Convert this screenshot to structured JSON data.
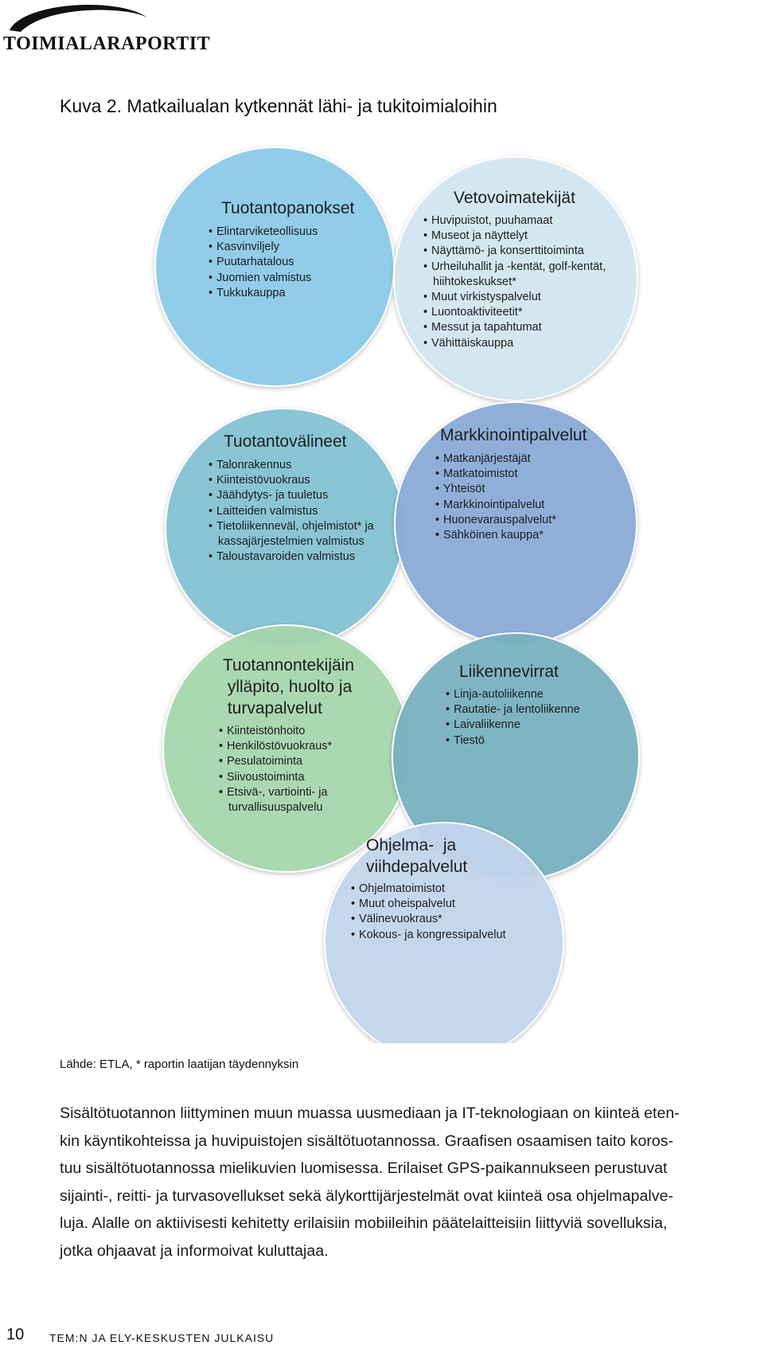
{
  "header": {
    "logo_text": "TOIMIALARAPORTIT"
  },
  "figure": {
    "title": "Kuva 2. Matkailualan kytkennät lähi- ja tukitoimialoihin",
    "circles": [
      {
        "title_lines": [
          "Tuotantopanokset"
        ],
        "items": [
          "Elintarviketeollisuus",
          "Kasvinviljely",
          "Puutarhatalous",
          "Juomien valmistus",
          "Tukkukauppa"
        ],
        "color": "#8ccbea"
      },
      {
        "title_lines": [
          "Vetovoimatekijät"
        ],
        "items": [
          "Huvipuistot, puuhamaat",
          "Museot ja näyttelyt",
          "Näyttämö- ja konserttitoiminta",
          "Urheiluhallit ja -kentät, golf-kentät,",
          " hiihtokeskukset*",
          "Muut virkistyspalvelut",
          "Luontoaktiviteetit*",
          "Messut ja tapahtumat",
          "Vähittäiskauppa"
        ],
        "color": "#d3e7f2"
      },
      {
        "title_lines": [
          "Tuotantovälineet"
        ],
        "items": [
          "Talonrakennus",
          "Kiinteistövuokraus",
          "Jäähdytys- ja tuuletus",
          "Laitteiden valmistus",
          "Tietoliikenneväl, ohjelmistot* ja",
          " kassajärjestelmien valmistus",
          "Taloustavaroiden valmistus"
        ],
        "color": "#83c3d3"
      },
      {
        "title_lines": [
          "Markkinointipalvelut"
        ],
        "items": [
          "Matkanjärjestäjät",
          "Matkatoimistot",
          "Yhteisöt",
          "Markkinointipalvelut",
          "Huonevarauspalvelut*",
          "Sähköinen kauppa*"
        ],
        "color": "#8aabd8"
      },
      {
        "title_lines": [
          "Tuotannontekijäin",
          " ylläpito, huolto ja",
          " turvapalvelut"
        ],
        "items": [
          "Kiinteistönhoito",
          "Henkilöstövuokraus*",
          "Pesulatoiminta",
          "Siivoustoiminta",
          "Etsivä-, vartiointi- ja",
          " turvallisuuspalvelu"
        ],
        "color": "#a7d7ac"
      },
      {
        "title_lines": [
          "Liikennevirrat"
        ],
        "items": [
          "Linja-autoliikenne",
          "Rautatie- ja lentoliikenne",
          "Laivaliikenne",
          "Tiestö"
        ],
        "color": "#78b3c2"
      },
      {
        "title_lines": [
          "Ohjelma-  ja",
          "viihdepalvelut"
        ],
        "items": [
          "Ohjelmatoimistot",
          "Muut oheispalvelut",
          "Välinevuokraus*",
          "Kokous- ja kongressipalvelut"
        ],
        "color": "#c3d6ee"
      }
    ]
  },
  "source_note": "Lähde: ETLA, * raportin laatijan täydennyksin",
  "body_lines": [
    "Sisältötuotannon liittyminen muun muassa uusmediaan ja IT-teknologiaan on kiinteä eten-",
    "kin käyntikohteissa ja huvipuistojen sisältötuotannossa. Graafisen osaamisen taito koros-",
    "tuu sisältötuotannossa mielikuvien luomisessa. Erilaiset GPS-paikannukseen perustuvat",
    "sijainti-, reitti- ja turvasovellukset sekä älykorttijärjestelmät ovat kiinteä osa ohjelmapalve-",
    "luja. Alalle on aktiivisesti kehitetty erilaisiin mobiileihin päätelaitteisiin liittyviä sovelluksia,",
    "jotka ohjaavat ja informoivat kuluttajaa."
  ],
  "footer": {
    "page_number": "10",
    "publication": "TEM:N JA ELY-KESKUSTEN JULKAISU"
  }
}
